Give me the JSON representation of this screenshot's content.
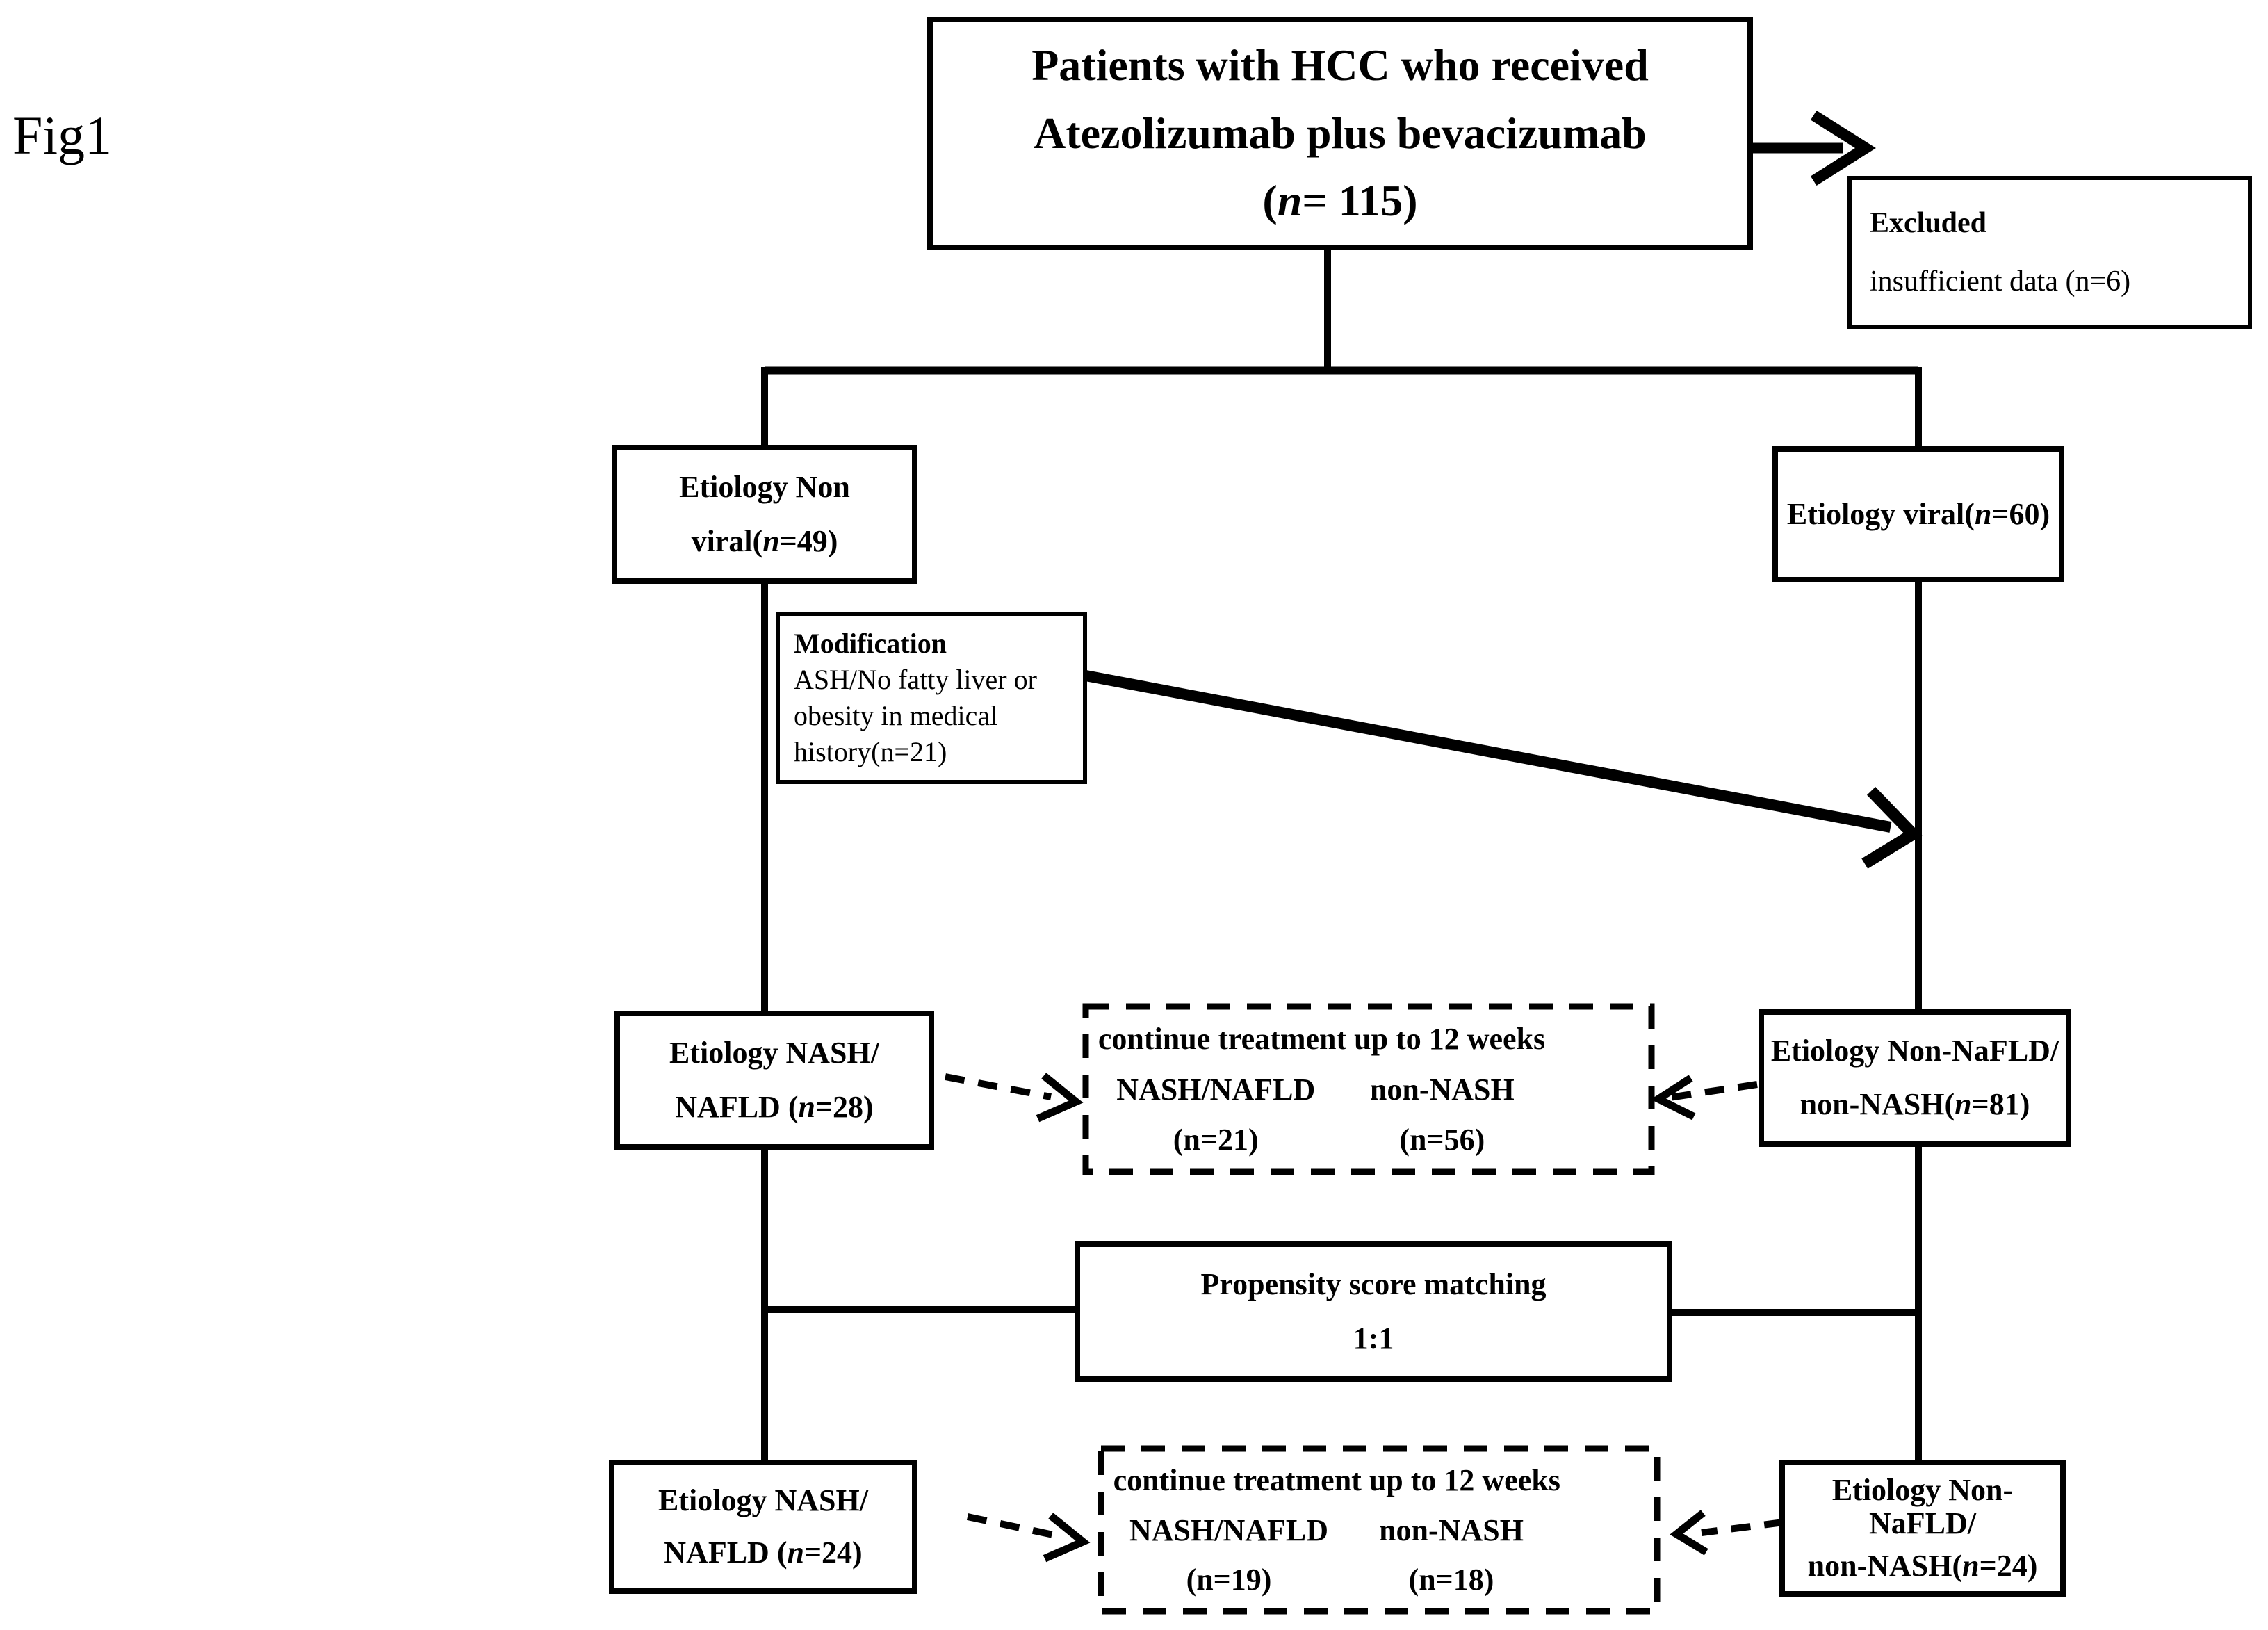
{
  "figure_label": "Fig1",
  "colors": {
    "ink": "#000000",
    "background": "#ffffff"
  },
  "boxes": {
    "top": {
      "line1": "Patients with HCC who received",
      "line2": "Atezolizumab plus bevacizumab",
      "n_pre": "(",
      "n": "n",
      "n_post": "= 115)"
    },
    "excluded": {
      "title": "Excluded",
      "body": "insufficient data (n=6)"
    },
    "etiology_nonviral": {
      "line1": "Etiology Non",
      "l2_pre": "viral(",
      "n": "n",
      "l2_post": "=49)"
    },
    "etiology_viral": {
      "pre": "Etiology viral(",
      "n": "n",
      "post": "=60)"
    },
    "modification": {
      "title": "Modification",
      "line1": "ASH/No fatty liver or",
      "line2": "obesity in medical",
      "line3": "history(n=21)"
    },
    "nash_28": {
      "line1": "Etiology NASH/",
      "l2_pre": "NAFLD (",
      "n": "n",
      "l2_post": "=28)"
    },
    "continue_pre_match": {
      "line1": "continue treatment up to 12 weeks",
      "col1": "NASH/NAFLD",
      "col2": "non-NASH",
      "col1_n": "(n=21)",
      "col2_n": "(n=56)"
    },
    "non_nafld_81": {
      "line1": "Etiology Non-NaFLD/",
      "l2_pre": "non-NASH(",
      "n": "n",
      "l2_post": "=81)"
    },
    "propensity": {
      "line1": "Propensity score matching",
      "line2": "1:1"
    },
    "nash_24": {
      "line1": "Etiology NASH/",
      "l2_pre": "NAFLD (",
      "n": "n",
      "l2_post": "=24)"
    },
    "continue_post_match": {
      "line1": "continue treatment up to 12 weeks",
      "col1": "NASH/NAFLD",
      "col2": "non-NASH",
      "col1_n": "(n=19)",
      "col2_n": "(n=18)"
    },
    "non_nafld_24": {
      "line1": "Etiology Non-NaFLD/",
      "l2_pre": "non-NASH(",
      "n": "n",
      "l2_post": "=24)"
    }
  }
}
